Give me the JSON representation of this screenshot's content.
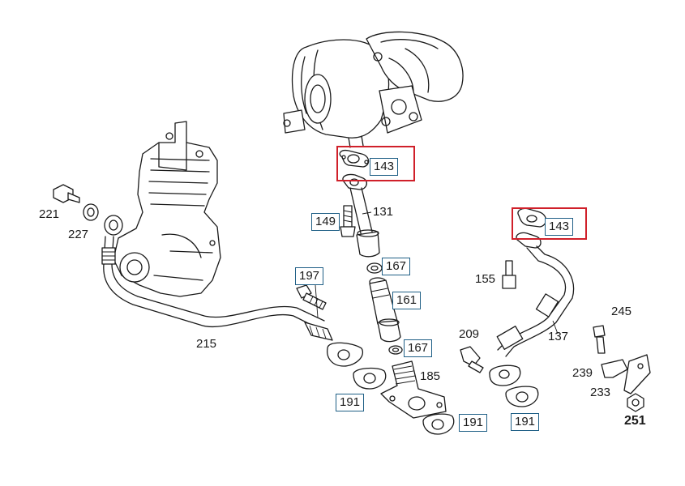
{
  "labels": {
    "p143a": "143",
    "p143b": "143",
    "p131": "131",
    "p149": "149",
    "p167a": "167",
    "p167b": "167",
    "p161": "161",
    "p197": "197",
    "p215": "215",
    "p221": "221",
    "p227": "227",
    "p185": "185",
    "p191a": "191",
    "p191b": "191",
    "p191c": "191",
    "p209": "209",
    "p155": "155",
    "p137": "137",
    "p245": "245",
    "p239": "239",
    "p233": "233",
    "p251": "251"
  },
  "colors": {
    "highlight": "#d0202a",
    "box_border": "#1f5f86",
    "line": "#1a1a1a"
  }
}
